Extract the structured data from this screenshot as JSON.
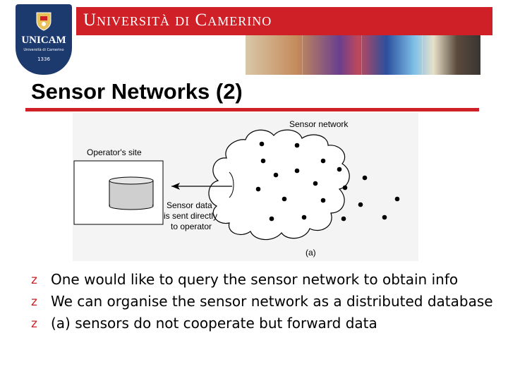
{
  "header": {
    "logo_name": "UNICAM",
    "logo_subtitle": "Università di Camerino",
    "logo_year": "1336",
    "banner_title": "Università di Camerino",
    "colors": {
      "accent": "#cf2027",
      "logo_bg": "#1d3a6e"
    }
  },
  "slide": {
    "title": "Sensor Networks (2)",
    "bullet_marker": "z",
    "bullets": [
      "One would like to query the sensor network to obtain info",
      "We can organise the sensor network as a distributed database",
      "(a) sensors do not cooperate but forward data"
    ]
  },
  "diagram": {
    "network_label": "Sensor network",
    "site_label": "Operator's site",
    "data_label_lines": [
      "Sensor data",
      "is sent directly",
      "to operator"
    ],
    "caption": "(a)"
  }
}
